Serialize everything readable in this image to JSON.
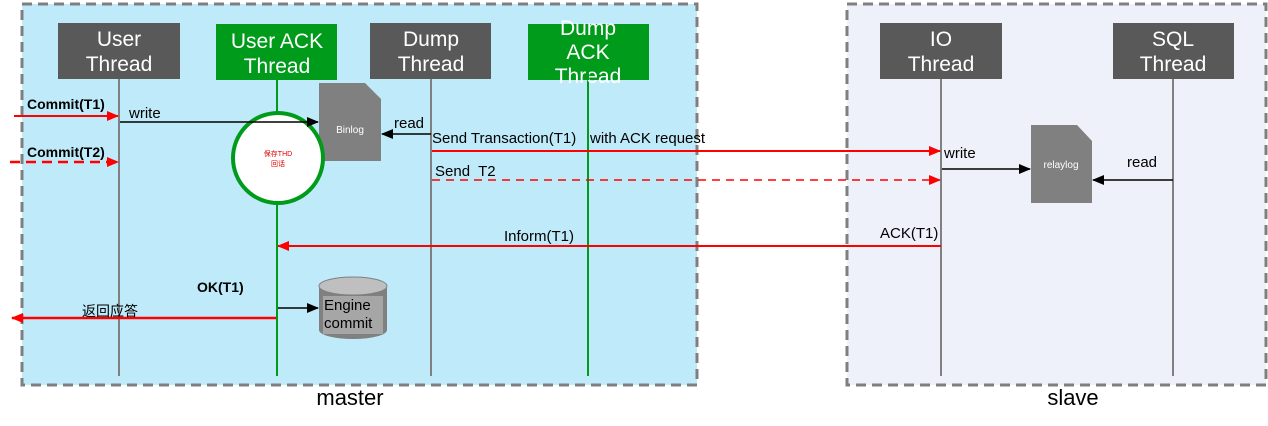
{
  "regions": {
    "master": "master",
    "slave": "slave"
  },
  "threads": {
    "user": [
      "User",
      "Thread"
    ],
    "user_ack": [
      "User ACK",
      "Thread"
    ],
    "dump": [
      "Dump",
      "Thread"
    ],
    "dump_ack": [
      "Dump",
      "ACK",
      "Thread"
    ],
    "io": [
      "IO",
      "Thread"
    ],
    "sql": [
      "SQL",
      "Thread"
    ]
  },
  "files": {
    "binlog": "Binlog",
    "relaylog": "relaylog"
  },
  "engine": [
    "Engine",
    "commit"
  ],
  "circle_label": [
    "保存THD",
    "回话"
  ],
  "labels": {
    "commit_t1": "Commit(T1)",
    "commit_t2": "Commit(T2)",
    "write_binlog": "write",
    "read_binlog": "read",
    "send_transaction": "Send Transaction(T1)",
    "with_ack_request": "with ACK request",
    "send_t2": "Send  T2",
    "write_relay": "write",
    "read_relay": "read",
    "inform": "Inform(T1)",
    "ack": "ACK(T1)",
    "ok": "OK(T1)",
    "reply": "返回应答"
  },
  "colors": {
    "master_bg": "#bfeaf9",
    "slave_bg": "#eef0fa",
    "region_border": "#7f7f7f",
    "thread_gray": "#595959",
    "thread_green": "#009b1a",
    "arrow_red": "#ff0000",
    "file_gray": "#808080"
  }
}
